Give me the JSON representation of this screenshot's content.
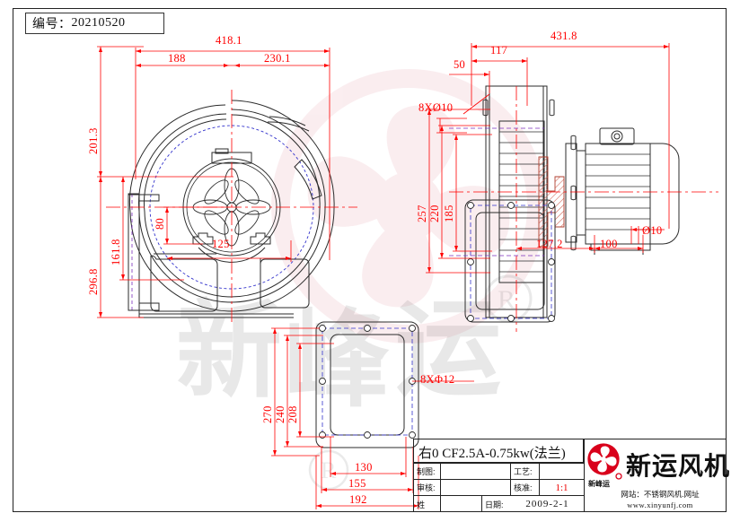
{
  "sheet": {
    "drawing_number_label": "编号：",
    "drawing_number_value": "20210520"
  },
  "front_view": {
    "dims": [
      {
        "name": "overall-width",
        "text": "418.1"
      },
      {
        "name": "left-width",
        "text": "188"
      },
      {
        "name": "right-width",
        "text": "230.1"
      },
      {
        "name": "upper-height",
        "text": "201.3"
      },
      {
        "name": "mid-height",
        "text": "161.8"
      },
      {
        "name": "overall-height",
        "text": "296.8"
      },
      {
        "name": "hub-height",
        "text": "80"
      },
      {
        "name": "mount-width",
        "text": "125"
      }
    ]
  },
  "side_view": {
    "dims": [
      {
        "name": "overall-length",
        "text": "431.8"
      },
      {
        "name": "scroll-width",
        "text": "117"
      },
      {
        "name": "flange-offset",
        "text": "50"
      },
      {
        "name": "bolt-note-top",
        "text": "8XØ10"
      },
      {
        "name": "outlet-height",
        "text": "257"
      },
      {
        "name": "bolt-span-v",
        "text": "220"
      },
      {
        "name": "inner-height",
        "text": "185"
      },
      {
        "name": "motor-base-a",
        "text": "127.2"
      },
      {
        "name": "motor-base-b",
        "text": "100"
      },
      {
        "name": "motor-hole",
        "text": "Ø10"
      }
    ]
  },
  "flange_view": {
    "dims": [
      {
        "name": "flange-outer-height",
        "text": "270"
      },
      {
        "name": "flange-bolt-height",
        "text": "240"
      },
      {
        "name": "flange-inner-height",
        "text": "208"
      },
      {
        "name": "flange-inner-width",
        "text": "130"
      },
      {
        "name": "flange-bolt-width",
        "text": "155"
      },
      {
        "name": "flange-outer-width",
        "text": "192"
      },
      {
        "name": "bolt-note",
        "text": "8XΦ12"
      }
    ]
  },
  "title_block": {
    "model": "右0 CF2.5A-0.75kw(法兰)",
    "rows": [
      {
        "label": "制图:",
        "value": "",
        "label2": "工艺:",
        "value2": ""
      },
      {
        "label": "审核:",
        "value": "",
        "label2": "核准:",
        "value2": "1:1"
      },
      {
        "label": "姓",
        "value": "",
        "label2": "日期:",
        "value2": "2009-2-1"
      }
    ],
    "scale_color": "#e00000"
  },
  "company": {
    "logo_icon": "fan-logo-icon",
    "logo_color": "#d9001b",
    "name_cn": "新运风机",
    "sub_mark": "新峰运",
    "website_line1": "网站：不锈钢风机.网址",
    "website_line2": "www.xinyunfj.com"
  }
}
